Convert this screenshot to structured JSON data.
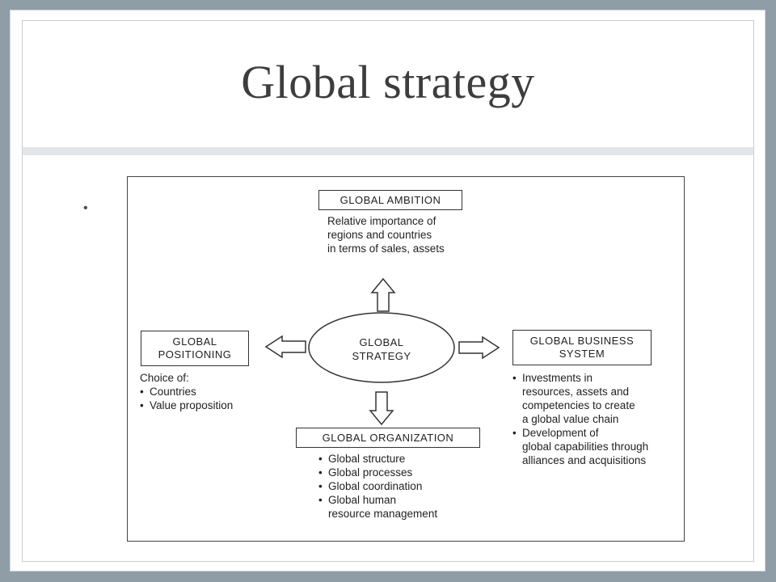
{
  "slide": {
    "title": "Global strategy",
    "bullet": "•"
  },
  "diagram": {
    "center": {
      "line1": "GLOBAL",
      "line2": "STRATEGY"
    },
    "ambition": {
      "label": "GLOBAL AMBITION",
      "desc": [
        "Relative importance of",
        "regions and countries",
        "in terms of sales, assets"
      ]
    },
    "positioning": {
      "label_line1": "GLOBAL",
      "label_line2": "POSITIONING",
      "intro": "Choice of:",
      "items": [
        "Countries",
        "Value proposition"
      ]
    },
    "business_system": {
      "label_line1": "GLOBAL BUSINESS",
      "label_line2": "SYSTEM",
      "items": [
        [
          "Investments in",
          "resources, assets and",
          "competencies to create",
          "a global value chain"
        ],
        [
          "Development of",
          "global capabilities through",
          "alliances and acquisitions"
        ]
      ]
    },
    "organization": {
      "label": "GLOBAL ORGANIZATION",
      "items": [
        [
          "Global structure"
        ],
        [
          "Global processes"
        ],
        [
          "Global coordination"
        ],
        [
          "Global human",
          "resource management"
        ]
      ]
    }
  }
}
